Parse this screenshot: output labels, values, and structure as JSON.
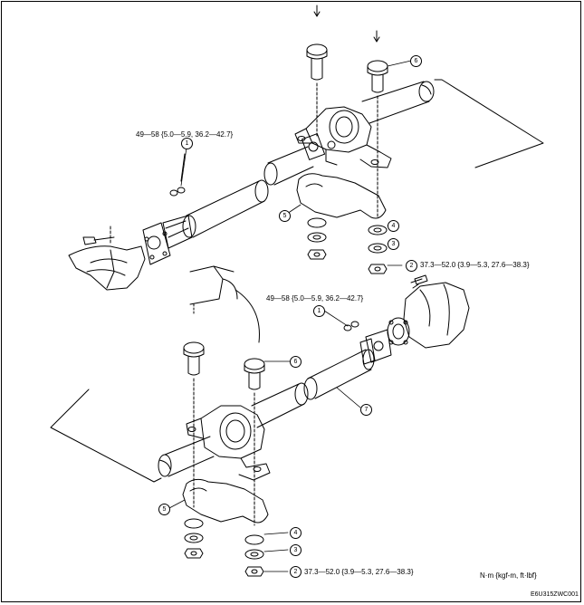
{
  "torque": {
    "upper_flange": "49—58 {5.0—5.9, 36.2—42.7}",
    "upper_nut": "37.3—52.0 {3.9—5.3, 27.6—38.3}",
    "lower_flange": "49—58 {5.0—5.9, 36.2—42.7}",
    "lower_nut": "37.3—52.0 {3.9—5.3, 27.6—38.3}"
  },
  "callouts": {
    "c1": "1",
    "c2": "2",
    "c3": "3",
    "c4": "4",
    "c5": "5",
    "c6": "6",
    "c7": "7"
  },
  "units_note": "N·m {kgf-m, ft·lbf}",
  "figure_code": "E6U315ZWC001"
}
